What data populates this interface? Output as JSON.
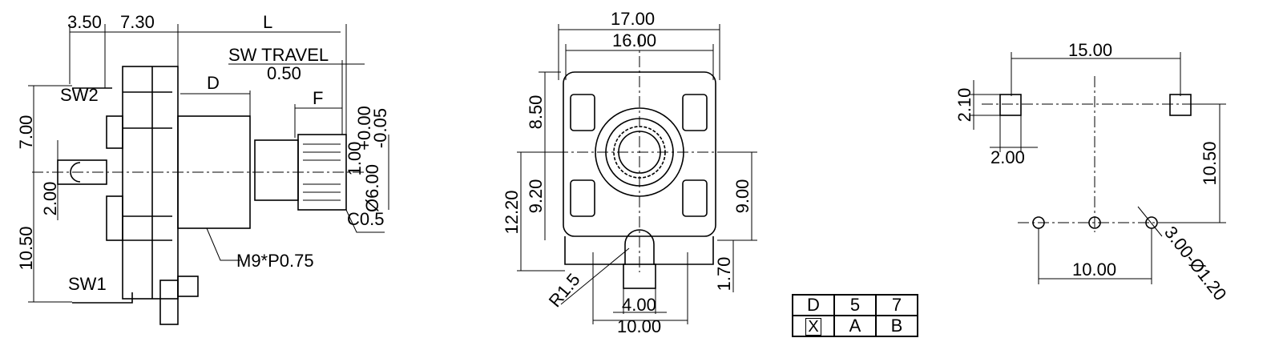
{
  "side_view": {
    "dim_3_50": "3.50",
    "dim_7_30": "7.30",
    "dim_L": "L",
    "sw_travel_label": "SW TRAVEL",
    "sw_travel_value": "0.50",
    "dim_D": "D",
    "dim_F": "F",
    "sw2": "SW2",
    "sw1": "SW1",
    "dim_7_00": "7.00",
    "dim_2_00": "2.00",
    "dim_10_50": "10.50",
    "dim_1_00": "1.00",
    "shaft_dia": "Ø6.00",
    "shaft_tol_upper": "+0.00",
    "shaft_tol_lower": "-0.05",
    "chamfer": "C0.5",
    "thread": "M9*P0.75"
  },
  "front_view": {
    "dim_17_00": "17.00",
    "dim_16_00": "16.00",
    "dim_8_50": "8.50",
    "dim_9_20": "9.20",
    "dim_12_20": "12.20",
    "dim_9_00": "9.00",
    "dim_1_70": "1.70",
    "radius": "R1.5",
    "dim_4_00": "4.00",
    "dim_10_00": "10.00"
  },
  "pcb_view": {
    "dim_15_00": "15.00",
    "dim_2_10": "2.10",
    "dim_2_00": "2.00",
    "dim_10_50": "10.50",
    "dim_10_00": "10.00",
    "holes": "3.00-Ø1.20"
  },
  "table": {
    "header": [
      "D",
      "5",
      "7"
    ],
    "row": [
      "X",
      "A",
      "B"
    ]
  }
}
